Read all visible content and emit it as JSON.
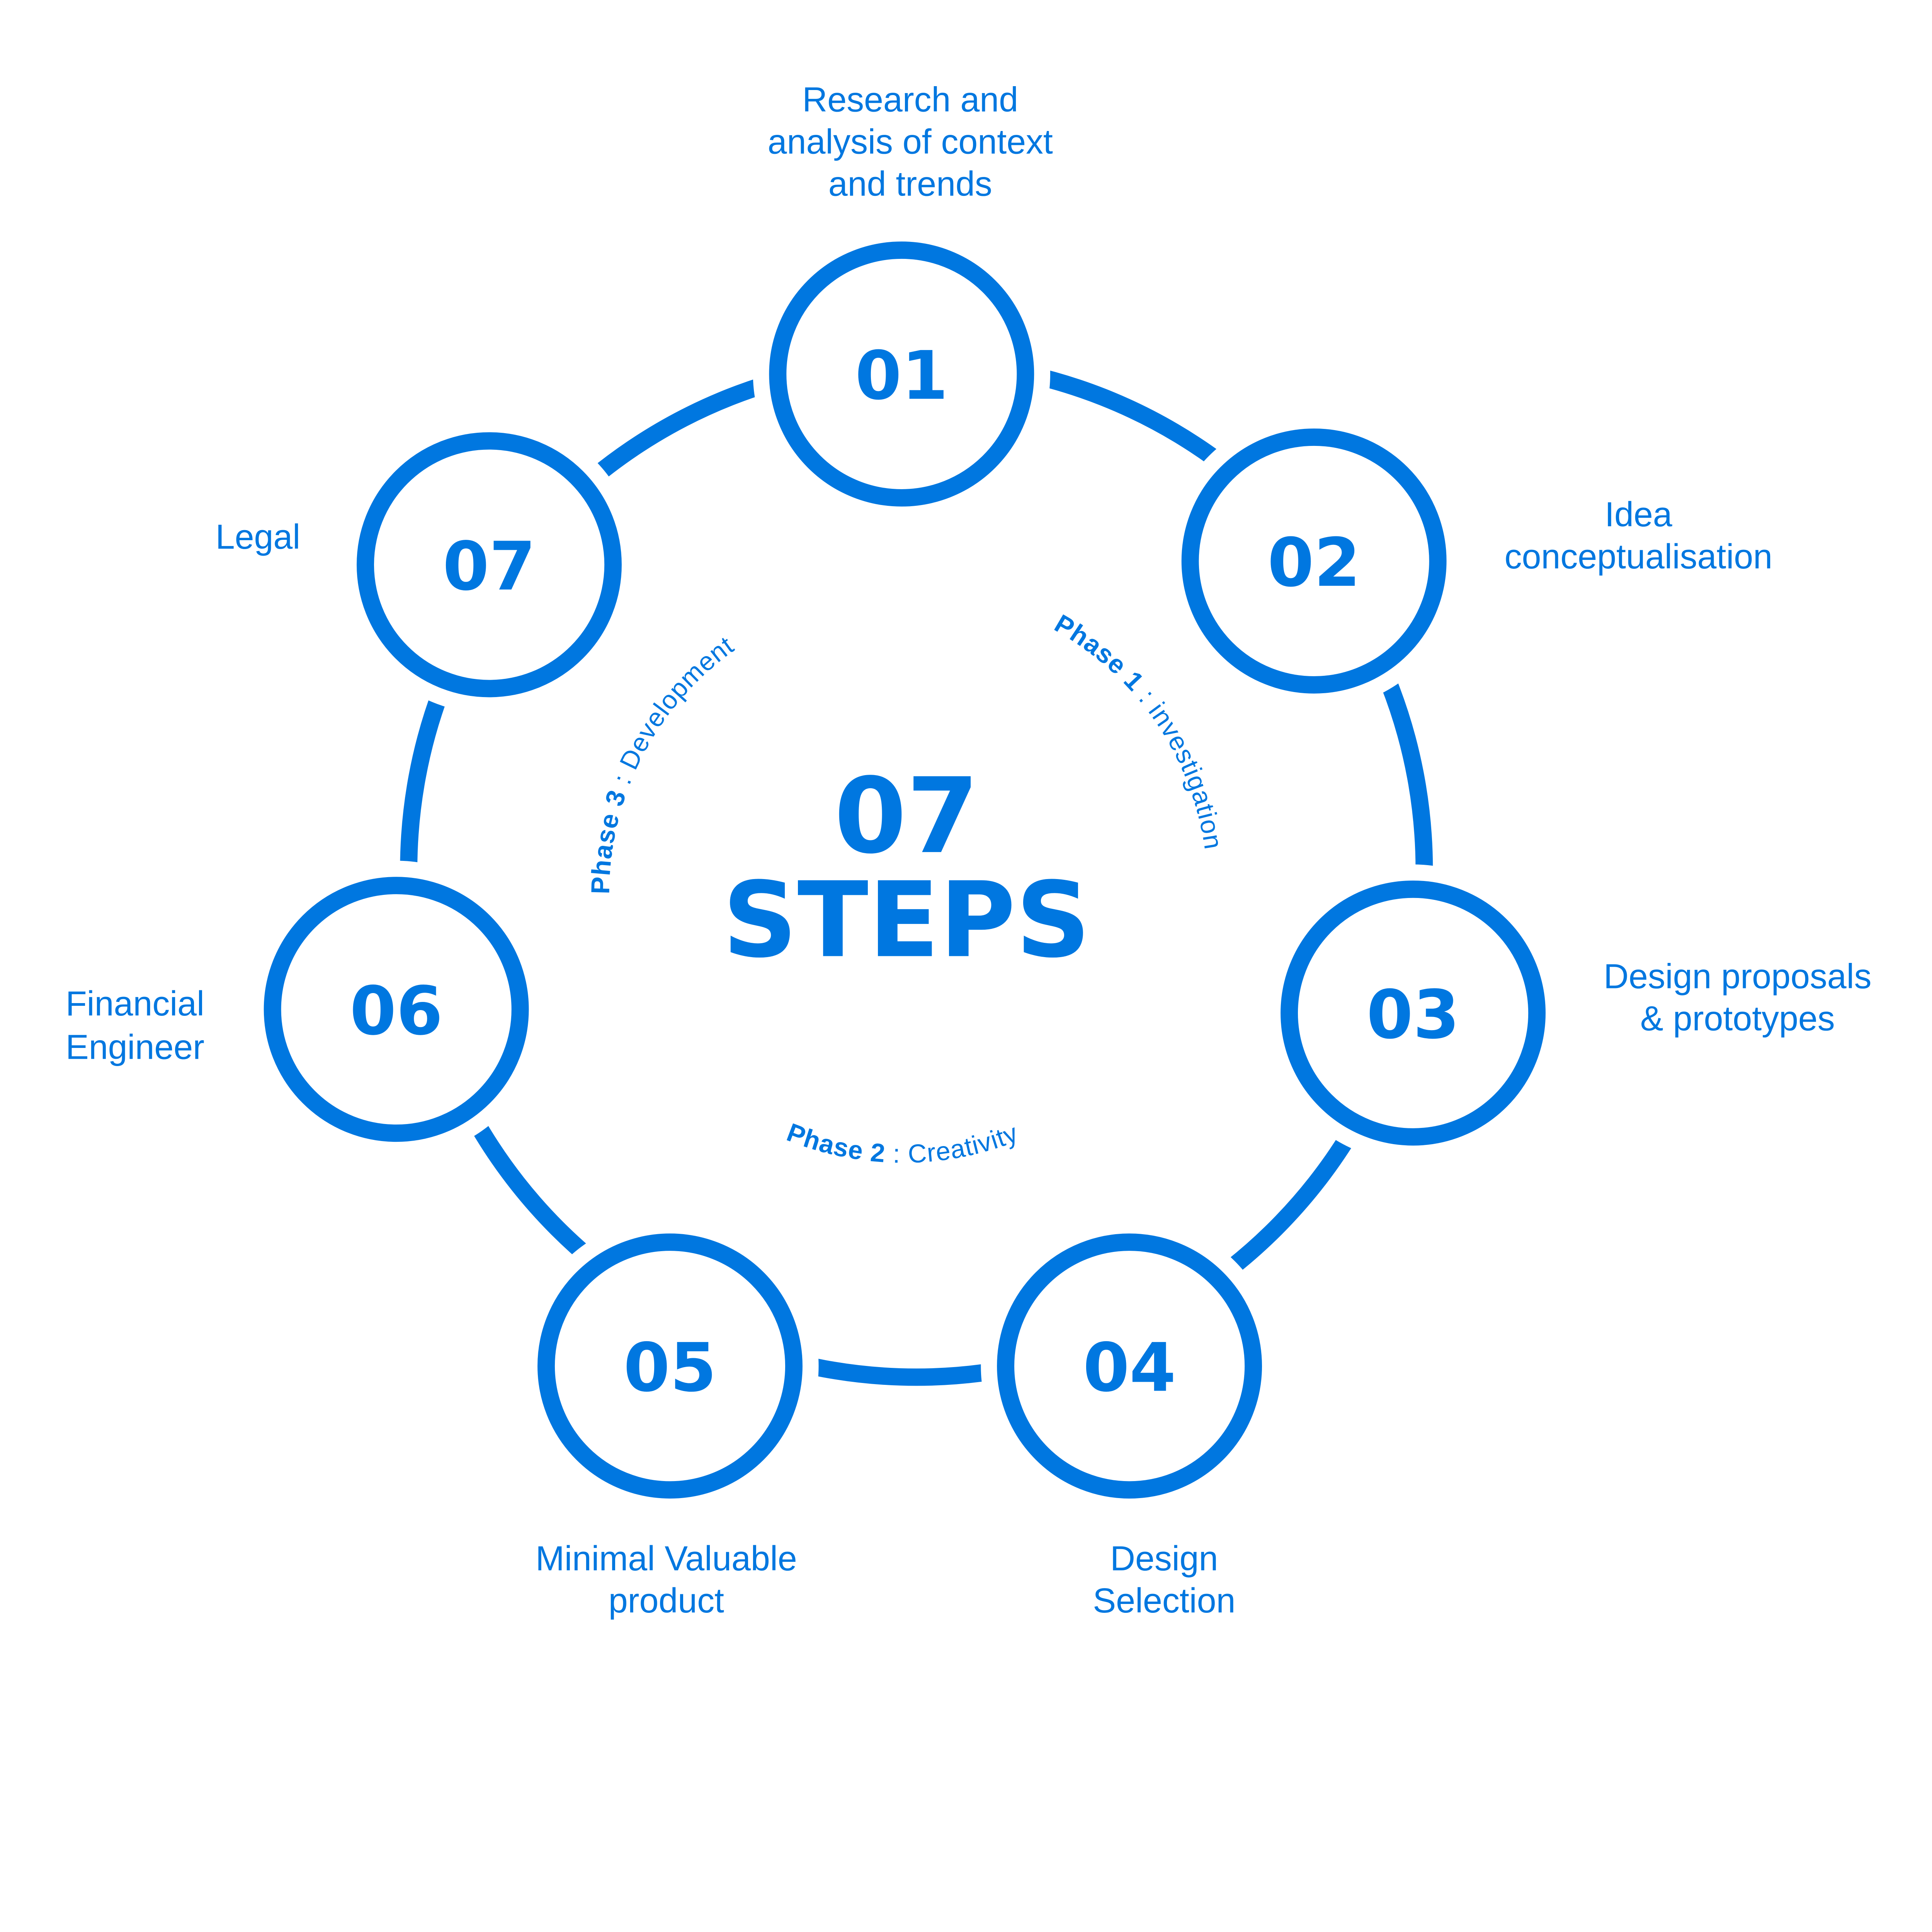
{
  "center": {
    "count": "07",
    "word": "STEPS"
  },
  "accent_color": "#0077E0",
  "steps": [
    {
      "number": "01",
      "label_lines": [
        "Research and",
        "analysis of context",
        "and trends"
      ]
    },
    {
      "number": "02",
      "label_lines": [
        "Idea",
        "conceptualisation"
      ]
    },
    {
      "number": "03",
      "label_lines": [
        "Design proposals",
        "& prototypes"
      ]
    },
    {
      "number": "04",
      "label_lines": [
        "Design",
        "Selection"
      ]
    },
    {
      "number": "05",
      "label_lines": [
        "Minimal Valuable",
        "product"
      ]
    },
    {
      "number": "06",
      "label_lines": [
        "Financial",
        "Engineer"
      ]
    },
    {
      "number": "07",
      "label_lines": [
        "Legal"
      ]
    }
  ],
  "phases": [
    {
      "name": "Phase 1",
      "sep": " : ",
      "title": "investigation"
    },
    {
      "name": "Phase 2",
      "sep": " : ",
      "title": "Creativity"
    },
    {
      "name": "Phase 3",
      "sep": " : ",
      "title": "Development"
    }
  ]
}
